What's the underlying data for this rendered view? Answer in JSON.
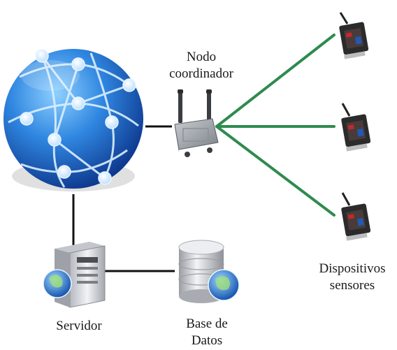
{
  "labels": {
    "coordinator": [
      "Nodo",
      "coordinador"
    ],
    "devices": [
      "Dispositivos",
      "sensores"
    ],
    "server": "Servidor",
    "database": [
      "Base de",
      "Datos"
    ]
  },
  "colors": {
    "wireless_link": "#2e8b4f",
    "wired_link": "#111111",
    "globe": "#1f63c8",
    "server_body": "#dfe1e6",
    "database": "#c9cbd0"
  },
  "icons": {
    "network": "globe-network-icon",
    "coordinator": "wireless-router-icon",
    "sensor": "sensor-device-icon",
    "server": "server-icon",
    "database": "database-icon"
  }
}
